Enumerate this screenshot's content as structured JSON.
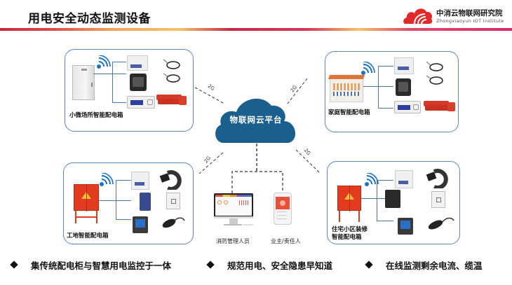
{
  "header": {
    "title": "用电安全动态监测设备",
    "logo_cn": "中消云物联网研究院",
    "logo_en": "Zhongxiaoyun IOT Institute",
    "accent_color": "#d7263d"
  },
  "cloud": {
    "label": "物联网云平台",
    "color": "#1b5f8f"
  },
  "links": [
    {
      "label": "2G",
      "to": "小微场所智能配电箱"
    },
    {
      "label": "2G",
      "to": "家庭智能配电箱"
    },
    {
      "label": "2G",
      "to": "工地智能配电箱"
    },
    {
      "label": "2G",
      "to": "住宅小区装修智能配电箱"
    }
  ],
  "panels": {
    "top_left": {
      "label": "小微场所智能配电箱",
      "icon": "wall-distribution-box"
    },
    "top_right": {
      "label": "家庭智能配电箱",
      "icon": "home-distribution-box"
    },
    "bottom_left": {
      "label": "工地智能配电箱",
      "icon": "site-distribution-box"
    },
    "bottom_right": {
      "label_line1": "住宅小区装修",
      "label_line2": "智能配电箱",
      "icon": "site-distribution-box"
    }
  },
  "terminals": {
    "desktop_label": "消防管理人员",
    "phone_label": "业主/责任人"
  },
  "bullets": [
    "集传统配电柜与智慧用电监控于一体",
    "规范用电、安全隐患早知道",
    "在线监测剩余电流、缆温"
  ]
}
